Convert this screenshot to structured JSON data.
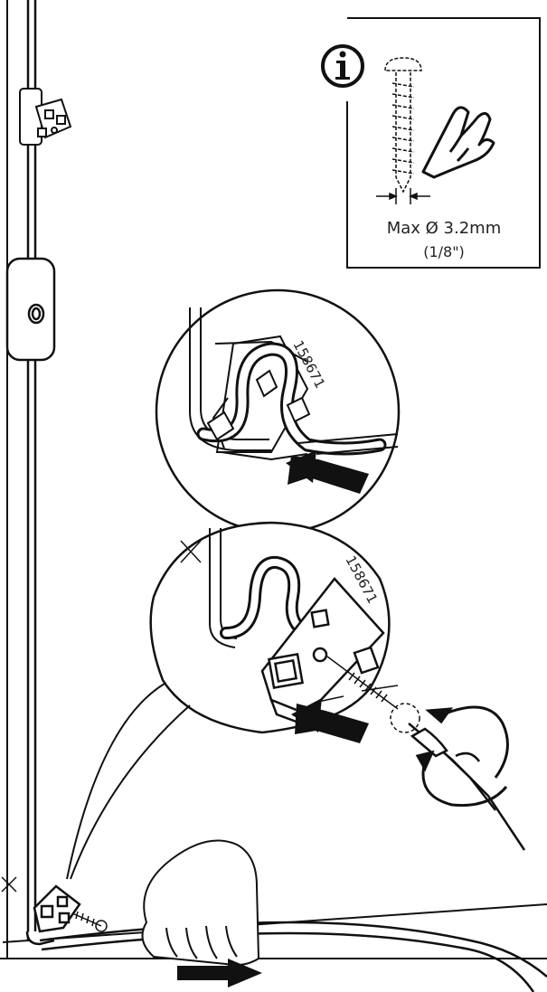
{
  "info_box": {
    "icon": "info-icon",
    "line1": "Max Ø 3.2mm",
    "line2": "(1/8\")"
  },
  "detail_top": {
    "part_number": "158671"
  },
  "detail_bottom": {
    "part_number": "158671"
  },
  "colors": {
    "ink": "#111111",
    "paper": "#ffffff"
  }
}
